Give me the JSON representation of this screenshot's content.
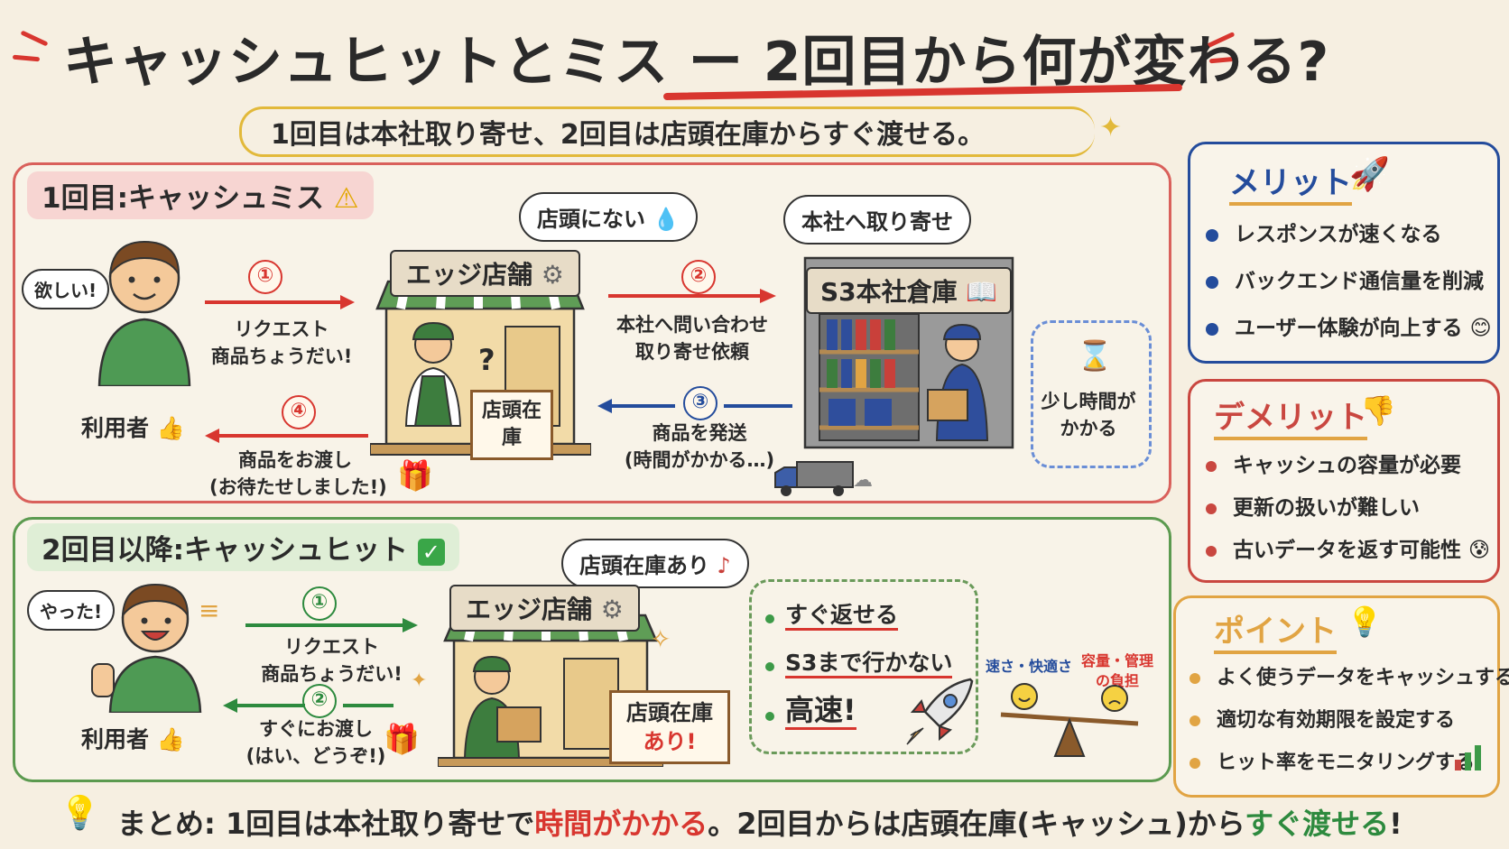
{
  "title": {
    "main": "キャッシュヒットとミス ー 2回目から何が変わる?",
    "subtitle": "1回目は本社取り寄せ、2回目は店頭在庫からすぐ渡せる。"
  },
  "miss": {
    "heading": "1回目:キャッシュミス",
    "user_bubble": "欲しい!",
    "user_label": "利用者",
    "store_sign": "エッジ店舗",
    "store_bubble": "店頭にない",
    "store_board": "店頭在庫",
    "question_mark": "?",
    "hq_bubble": "本社へ取り寄せ",
    "hq_sign": "S3本社倉庫",
    "wait_note": "少し時間がかかる",
    "steps": [
      {
        "num": "①",
        "text1": "リクエスト",
        "text2": "商品ちょうだい!"
      },
      {
        "num": "②",
        "text1": "本社へ問い合わせ",
        "text2": "取り寄せ依頼"
      },
      {
        "num": "③",
        "text1": "商品を発送",
        "text2": "(時間がかかる…)"
      },
      {
        "num": "④",
        "text1": "商品をお渡し",
        "text2": "(お待たせしました!)"
      }
    ]
  },
  "hit": {
    "heading": "2回目以降:キャッシュヒット",
    "user_bubble": "やった!",
    "user_label": "利用者",
    "store_sign": "エッジ店舗",
    "store_bubble": "店頭在庫あり",
    "store_board_1": "店頭在庫",
    "store_board_2": "あり!",
    "steps": [
      {
        "num": "①",
        "text1": "リクエスト",
        "text2": "商品ちょうだい!"
      },
      {
        "num": "②",
        "text1": "すぐにお渡し",
        "text2": "(はい、どうぞ!)"
      }
    ],
    "benefits": [
      "すぐ返せる",
      "S3まで行かない",
      "高速!"
    ],
    "balance_left": "速さ・快適さ",
    "balance_right_1": "容量・管理",
    "balance_right_2": "の負担"
  },
  "merits": {
    "title": "メリット",
    "items": [
      "レスポンスが速くなる",
      "バックエンド通信量を削減",
      "ユーザー体験が向上する"
    ]
  },
  "demerits": {
    "title": "デメリット",
    "items": [
      "キャッシュの容量が必要",
      "更新の扱いが難しい",
      "古いデータを返す可能性"
    ]
  },
  "points": {
    "title": "ポイント",
    "items": [
      "よく使うデータをキャッシュする",
      "適切な有効期限を設定する",
      "ヒット率をモニタリングする"
    ]
  },
  "summary": {
    "prefix": "まとめ:",
    "part1": "1回目は本社取り寄せで",
    "part1_em": "時間がかかる",
    "part2": "。2回目からは店頭在庫(キャッシュ)から",
    "part2_em": "すぐ渡せる",
    "part3": "!"
  },
  "colors": {
    "red": "#d8362f",
    "green": "#2d8a3e",
    "blue": "#244c9c",
    "orange": "#e1a443"
  }
}
